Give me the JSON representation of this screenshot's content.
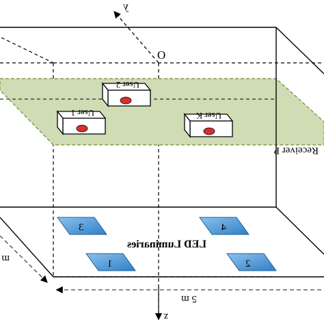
{
  "axes": {
    "origin": "O",
    "y": "y",
    "z": "z"
  },
  "receiver_plane": {
    "label": "Receiver P",
    "fill": "#cfdcb4",
    "edge": "#6b8f2e"
  },
  "users": [
    {
      "label": "User 1"
    },
    {
      "label": "User 2"
    },
    {
      "label": "User K"
    }
  ],
  "user_marker_color": "#d62f2f",
  "luminaires": {
    "label": "LED Luminaries",
    "fill": "#2f7fc6",
    "fill_light": "#8cc2ee",
    "items": [
      {
        "label": "1"
      },
      {
        "label": "2"
      },
      {
        "label": "3"
      },
      {
        "label": "4"
      }
    ]
  },
  "dimensions": {
    "width": "5 m",
    "depth": "m"
  }
}
